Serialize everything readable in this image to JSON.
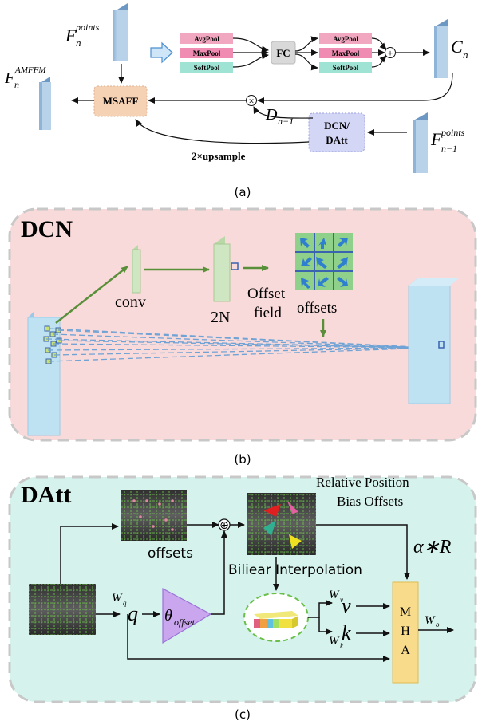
{
  "colors": {
    "feature_blue": "#a9c8e4",
    "feature_blue_dark": "#6d98c4",
    "avg_pink": "#f2a7c0",
    "max_pink": "#f08cb2",
    "soft_teal": "#9fe3d4",
    "msaff_fill": "#f6d2b4",
    "dcnatt_fill": "#d4d6f6",
    "panel_b_fill": "#f9dada",
    "panel_c_fill": "#d5f3ec",
    "arrow_green": "#5a8f3a",
    "arrow_blue": "#6fa3d6",
    "mha_fill": "#f8dc8c",
    "theta_fill": "#c9a6ee"
  },
  "panel_a": {
    "caption": "(a)",
    "f_points_base": "F",
    "f_points_sub": "n",
    "f_points_sup": "points",
    "pool_labels": [
      "AvgPool",
      "MaxPool",
      "SoftPool"
    ],
    "fc_label": "FC",
    "plus_symbol": "+",
    "c_base": "C",
    "c_sub": "n",
    "amffm_base": "F",
    "amffm_sub": "n",
    "amffm_sup": "AMFFM",
    "msaff_label": "MSAFF",
    "times_symbol": "×",
    "d_base": "D",
    "d_sub": "n−1",
    "dcn_label_line1": "DCN/",
    "dcn_label_line2": "DAtt",
    "f_prev_base": "F",
    "f_prev_sub": "n−1",
    "f_prev_sup": "points",
    "upsample_label": "2×upsample"
  },
  "panel_b": {
    "caption": "(b)",
    "title": "DCN",
    "conv_label": "conv",
    "twon_label": "2N",
    "offset_field_line1": "Offset",
    "offset_field_line2": "field",
    "offsets_label": "offsets"
  },
  "panel_c": {
    "caption": "(c)",
    "title": "DAtt",
    "rel_pos_line1": "Relative Position",
    "rel_pos_line2": "Bias Offsets",
    "offsets_label": "offsets",
    "bilinear_label": "Biliear Interpolation",
    "alpha_r": "α∗R",
    "wq_base": "W",
    "wq_sub": "q",
    "q_label": "q",
    "theta_base": "θ",
    "theta_sub": "offset",
    "wv_base": "W",
    "wv_sub": "v",
    "v_label": "v",
    "wk_base": "W",
    "wk_sub": "k",
    "k_label": "k",
    "mha_letters": [
      "M",
      "H",
      "A"
    ],
    "wo_base": "W",
    "wo_sub": "o",
    "oplus_symbol": "⊕"
  }
}
